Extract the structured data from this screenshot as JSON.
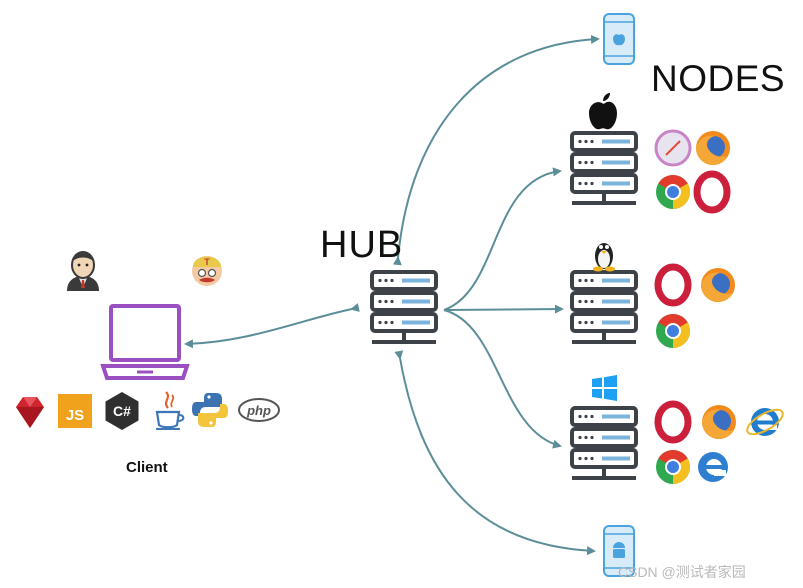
{
  "hub": {
    "title": "HUB"
  },
  "nodes": {
    "title": "NODES",
    "groups": [
      {
        "os_icon": "apple-icon",
        "browsers": [
          "safari-icon",
          "firefox-icon",
          "chrome-icon",
          "opera-icon"
        ]
      },
      {
        "os_icon": "linux-tux-icon",
        "browsers": [
          "opera-icon",
          "firefox-icon",
          "chrome-icon"
        ]
      },
      {
        "os_icon": "windows-icon",
        "browsers": [
          "opera-icon",
          "firefox-icon",
          "ie-icon",
          "chrome-icon",
          "edge-icon"
        ]
      }
    ],
    "devices": [
      "iphone-icon",
      "android-phone-icon"
    ]
  },
  "client": {
    "label": "Client",
    "tools": [
      "jenkins-icon",
      "travis-ci-icon"
    ],
    "languages": [
      "ruby-icon",
      "javascript-icon",
      "csharp-icon",
      "java-icon",
      "python-icon",
      "php-icon"
    ],
    "js_badge": "JS",
    "php_badge": "php",
    "csharp_badge": "C#"
  },
  "watermark": "CSDN @测试者家园",
  "colors": {
    "arrow": "#5b8e99",
    "server": "#3d4248",
    "server_slot": "#7ab3dc",
    "laptop": "#9b4fc0",
    "opera": "#cc1f3c",
    "firefox": "#f28a1c",
    "ie": "#1f7ccf",
    "phone": "#4aa3df"
  }
}
